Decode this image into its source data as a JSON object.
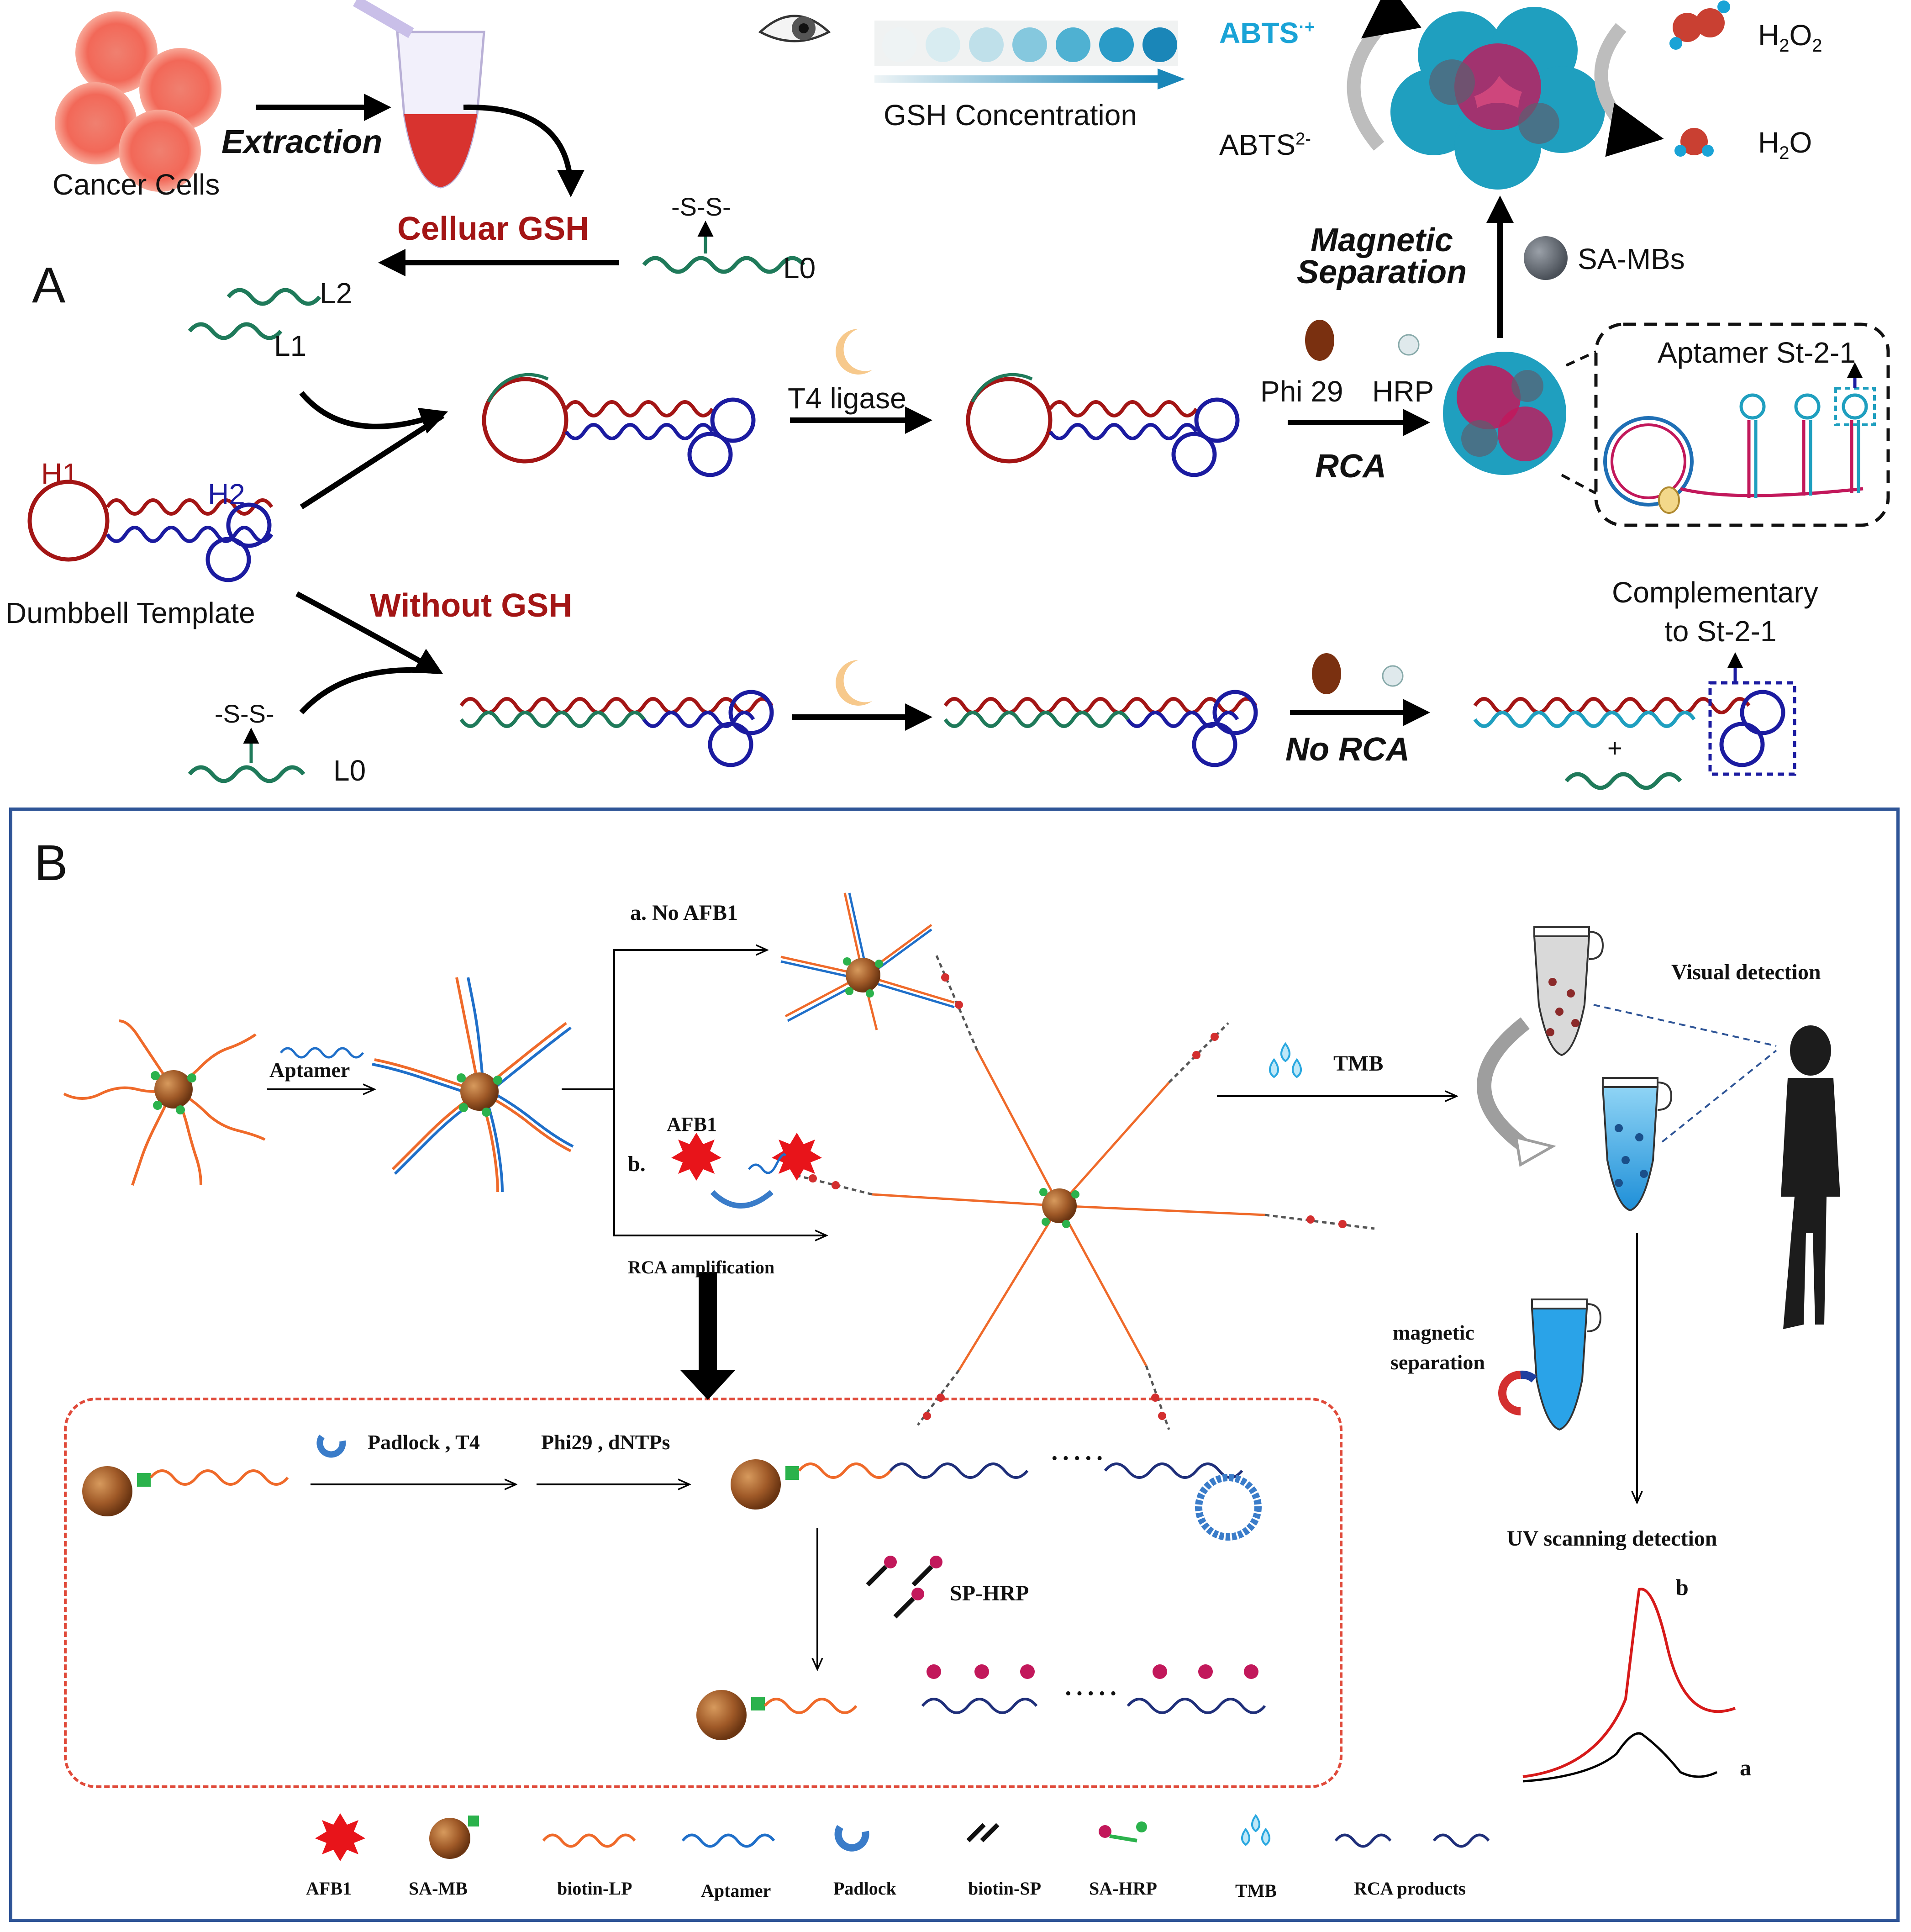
{
  "panel_a": {
    "label": "A",
    "cancer_cells": "Cancer Cells",
    "extraction": "Extraction",
    "cellular_gsh": "Celluar GSH",
    "without_gsh": "Without GSH",
    "disulfide_top": "-S-S-",
    "disulfide_bottom": "-S-S-",
    "l0_top": "L0",
    "l0_bottom": "L0",
    "l1": "L1",
    "l2": "L2",
    "h1": "H1",
    "h2": "H2",
    "dumbbell_template": "Dumbbell Template",
    "t4_ligase": "T4 ligase",
    "phi29": "Phi 29",
    "hrp": "HRP",
    "rca": "RCA",
    "no_rca": "No RCA",
    "aptamer_st": "Aptamer St-2-1",
    "magnetic": "Magnetic",
    "separation": "Separation",
    "sa_mbs": "SA-MBs",
    "abts_ox": "ABTS",
    "abts_ox_sup": "·+",
    "abts_red": "ABTS",
    "abts_red_sup": "2-",
    "h2o2": "H",
    "h2o2_sub1": "2",
    "h2o2_o": "O",
    "h2o2_sub2": "2",
    "h2o": "H",
    "h2o_sub": "2",
    "h2o_o": "O",
    "gsh_concentration": "GSH Concentration",
    "complementary_line1": "Complementary",
    "complementary_line2": "to St-2-1",
    "plus": "+"
  },
  "panel_b": {
    "label": "B",
    "aptamer": "Aptamer",
    "no_afb1": "a. No AFB1",
    "b_label": "b.",
    "afb1": "AFB1",
    "rca_amplification": "RCA amplification",
    "tmb": "TMB",
    "visual_detection": "Visual detection",
    "magnetic": "magnetic",
    "separation": "separation",
    "uv_detection": "UV scanning detection",
    "curve_a": "a",
    "curve_b": "b",
    "padlock_t4": "Padlock , T4",
    "phi29_dntps": "Phi29 , dNTPs",
    "sp_hrp": "SP-HRP",
    "dots": "·····",
    "legend": [
      "AFB1",
      "SA-MB",
      "biotin-LP",
      "Aptamer",
      "Padlock",
      "biotin-SP",
      "SA-HRP",
      "TMB",
      "RCA products"
    ]
  },
  "colors": {
    "red_text": "#a31515",
    "blue_text": "#1b1ba0",
    "cyan_text": "#1aa3d6",
    "panel_border": "#2f5597",
    "dashed_border": "#e04a3a"
  }
}
